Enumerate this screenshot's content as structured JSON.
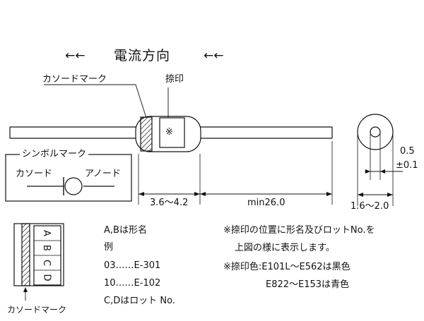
{
  "title": {
    "arrow_left": "←←",
    "text": "電流方向",
    "arrow_right": "←←"
  },
  "labels": {
    "cathode_mark": "カソードマーク",
    "stamp": "捺印",
    "stamp_symbol": "※",
    "symbol_box_title": "シンボルマーク",
    "cathode": "カソード",
    "anode": "アノード",
    "cathode_mark_bottom": "カソードマーク"
  },
  "dimensions": {
    "body_length": "3.6～4.2",
    "lead_length": "min26.0",
    "lead_dia_value": "0.5",
    "lead_dia_tol": "±0.1",
    "body_dia": "1.6～2.0"
  },
  "marking_letters": [
    "A",
    "B",
    "C",
    "D"
  ],
  "notes_left": [
    "A,Bは形名",
    "例",
    "03……E-301",
    "10……E-102",
    "C,Dはロット No."
  ],
  "notes_right": [
    "※捺印の位置に形名及びロットNo.を",
    "上図の様に表示します。",
    "※捺印色:E101L～E562は黒色",
    "E822～E153は青色"
  ]
}
